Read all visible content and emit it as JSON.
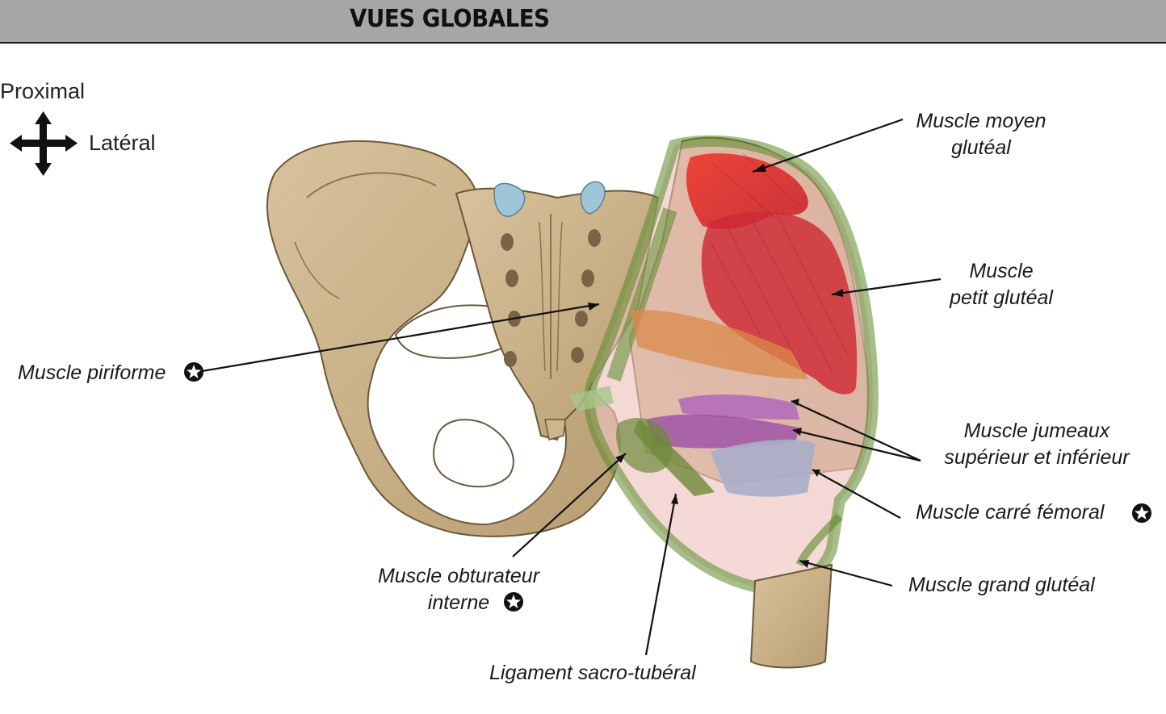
{
  "header": {
    "title": "VUES GLOBALES"
  },
  "orientation": {
    "proximal": "Proximal",
    "lateral": "Latéral",
    "icon": "four-way-arrows-icon"
  },
  "labels": {
    "moyen_gluteal_1": "Muscle moyen",
    "moyen_gluteal_2": "glutéal",
    "petit_gluteal_1": "Muscle",
    "petit_gluteal_2": "petit glutéal",
    "piriforme": "Muscle piriforme",
    "jumeaux_1": "Muscle jumeaux",
    "jumeaux_2": "supérieur et inférieur",
    "carre_femoral": "Muscle carré fémoral",
    "grand_gluteal": "Muscle grand glutéal",
    "obturateur_1": "Muscle obturateur",
    "obturateur_2": "interne",
    "sacro_tuberal": "Ligament sacro-tubéral"
  },
  "colors": {
    "bone": "#cdb58e",
    "bone_outline": "#6b5838",
    "vertebra": "#9fc5d8",
    "gluteus_medius": "#e0302a",
    "gluteus_minimus": "#d02935",
    "gluteus_maximus_edge": "#5a8a2a",
    "gemelli": "#b067b8",
    "quadratus": "#a9aec9",
    "piriformis": "#d98a4a"
  }
}
